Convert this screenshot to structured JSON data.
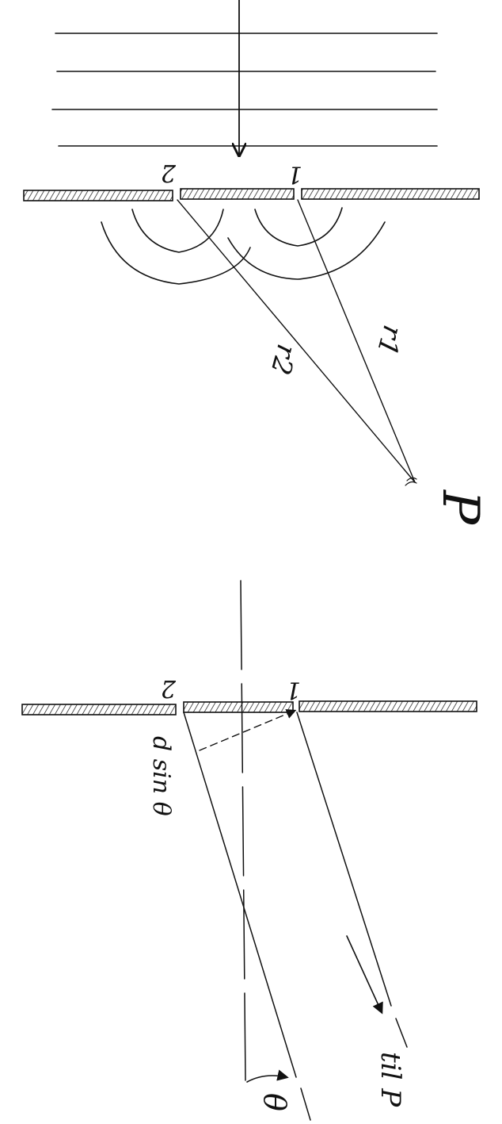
{
  "top": {
    "slit_1": "1",
    "slit_2": "2",
    "path_1": "r1",
    "path_2": "r2",
    "point": "P"
  },
  "bottom": {
    "slit_1": "1",
    "slit_2": "2",
    "path_difference": "d sin θ",
    "angle": "θ",
    "to_point": "til P"
  }
}
